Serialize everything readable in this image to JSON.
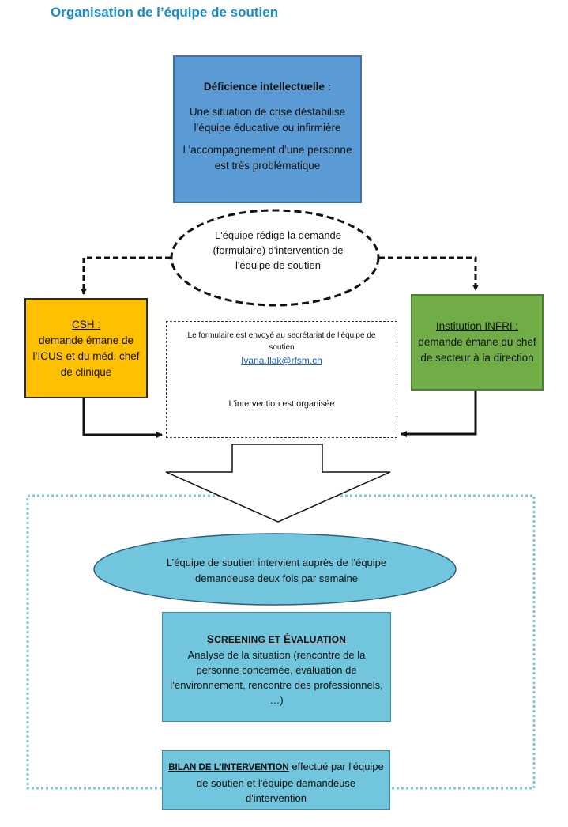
{
  "title": "Organisation de l’équipe de soutien",
  "box_deficience": {
    "heading": "Déficience intellectuelle :",
    "line1": "Une situation de crise déstabilise l’équipe éducative ou infirmière",
    "line2": "L’accompagnement d’une personne est très problématique"
  },
  "oval_formulaire": "L'équipe rédige la demande (formulaire) d'intervention de l'équipe de soutien",
  "box_csh": {
    "heading": "CSH :",
    "body": "demande émane de l’ICUS et du méd. chef de clinique"
  },
  "box_infri": {
    "heading": "Institution INFRI :",
    "body": "demande émane du chef de secteur à la direction"
  },
  "box_secretariat": {
    "text": "Le formulaire est envoyé au secrétariat de l’équipe de soutien",
    "email": "Ivana.Ilak@rfsm.ch",
    "organised": "L’intervention est organisée"
  },
  "ellipse_intervient": "L’équipe de soutien intervient auprès de l’équipe demandeuse deux fois par semaine",
  "box_screening": {
    "heading_first_s": "S",
    "heading_rest": "CREENING ET ",
    "heading_first_e": "É",
    "heading_rest2": "VALUATION",
    "body": "Analyse de la situation (rencontre de la personne concernée, évaluation de l’environnement, rencontre des professionnels, …)"
  },
  "box_bilan": {
    "heading": "BILAN DE L’INTERVENTION",
    "body": " effectué par l'équipe de soutien et l'équipe demandeuse d'intervention"
  },
  "colors": {
    "title": "#1a8ccc",
    "deficience_fill": "#5b9bd5",
    "csh_fill": "#ffc000",
    "infri_fill": "#70ad47",
    "teal_fill": "#71c5dd",
    "dotted_border": "#7fc6de"
  }
}
